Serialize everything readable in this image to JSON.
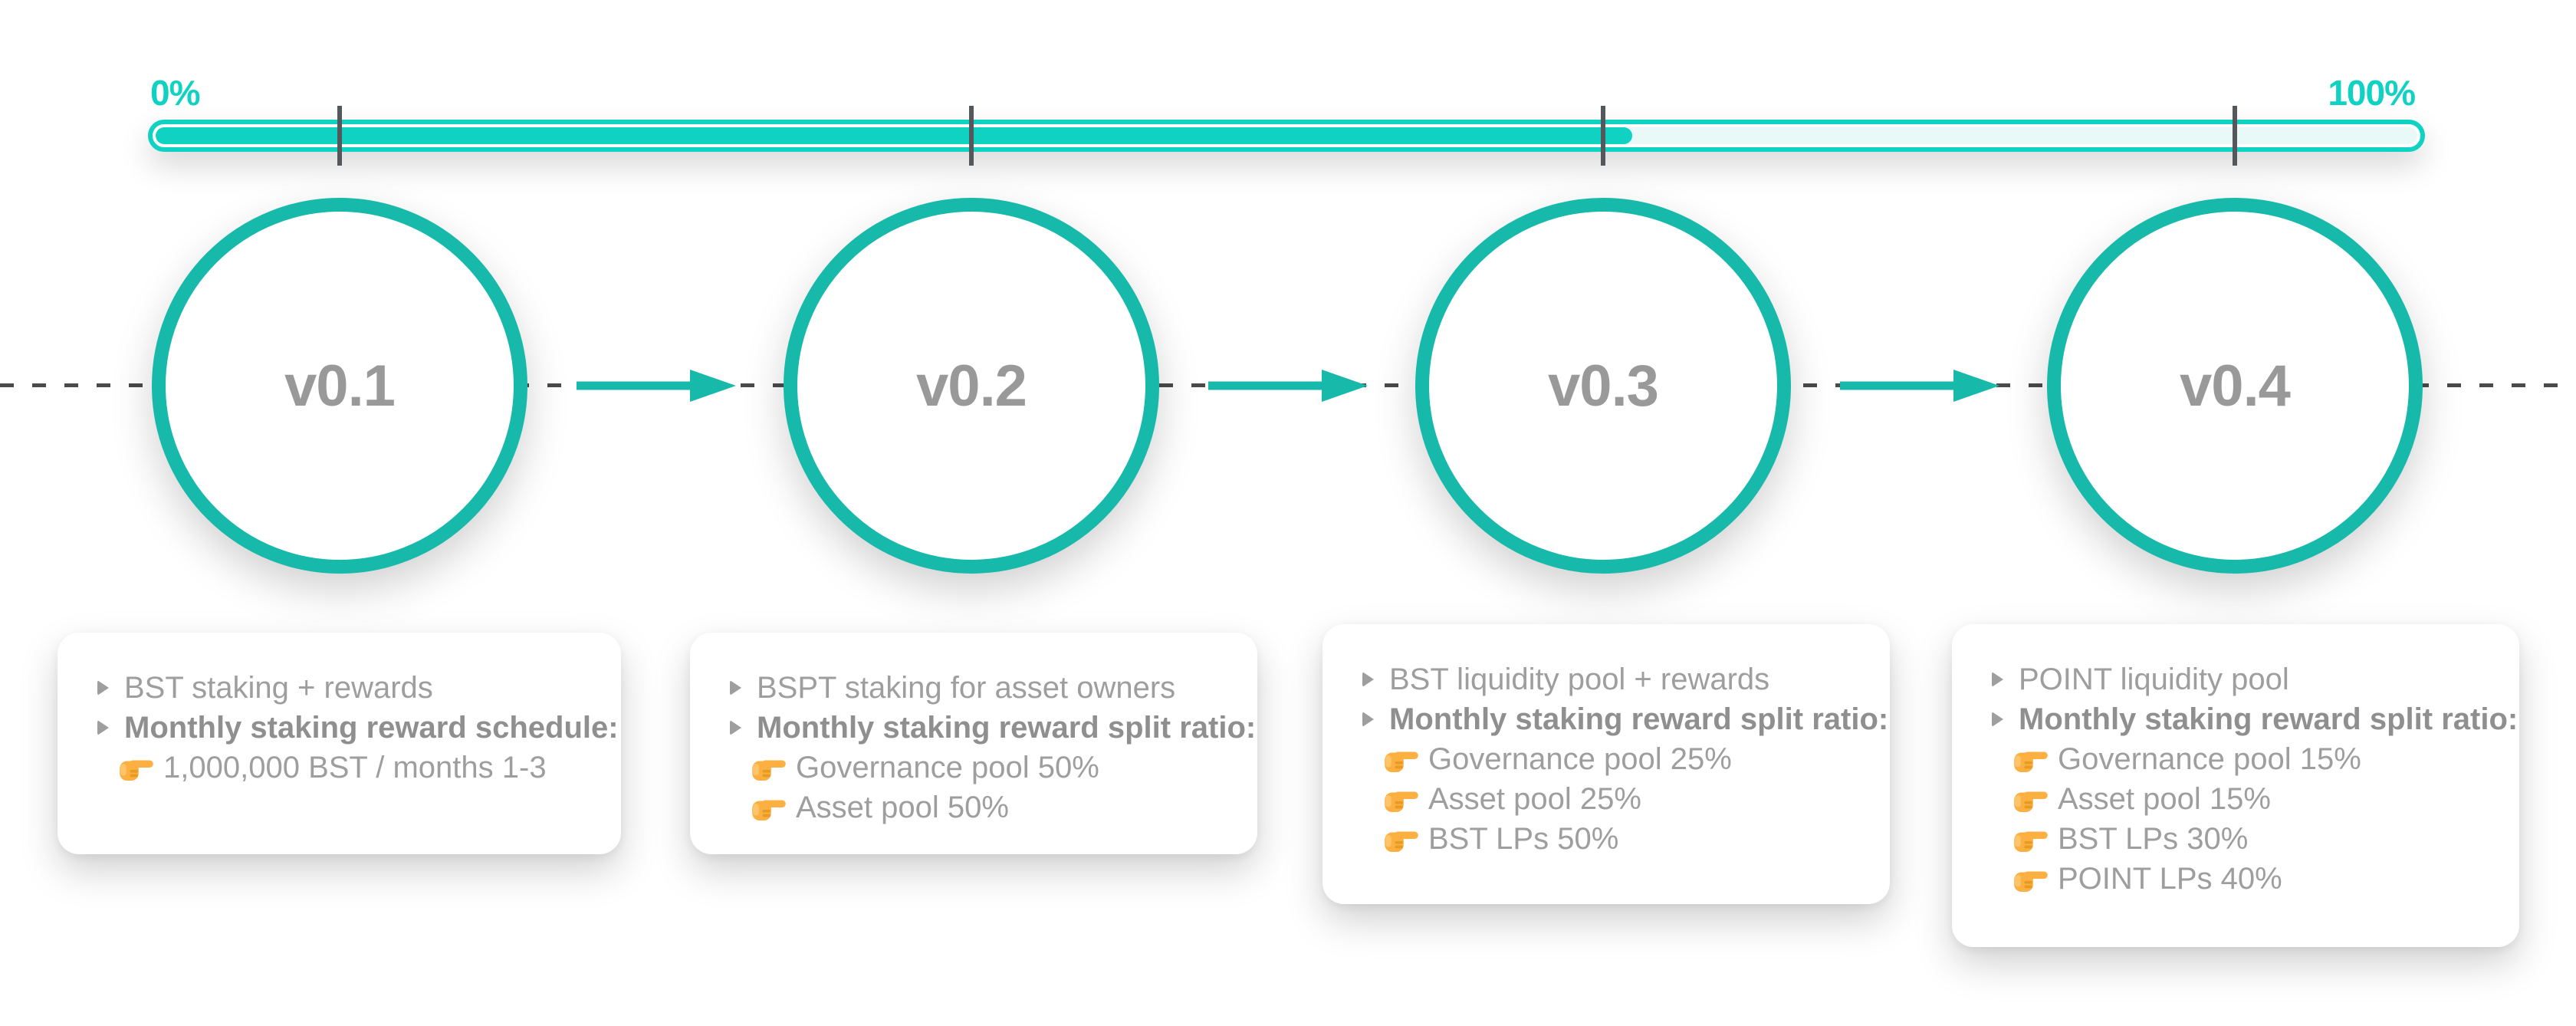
{
  "colors": {
    "teal_bright": "#0fd2c2",
    "teal_deep": "#17b9aa",
    "track_light": "#e8f9f8",
    "tick_gray": "#55585a",
    "dash_gray": "#4a4a4a",
    "text_gray": "#9e9e9e",
    "finger_yellow": "#fcb042"
  },
  "progress": {
    "start_label": "0%",
    "end_label": "100%",
    "percent_complete": 65.3
  },
  "milestones": [
    {
      "version": "v0.1",
      "items": [
        {
          "text": "BST staking + rewards"
        },
        {
          "text": "Monthly staking reward schedule:"
        },
        {
          "text": "1,000,000 BST / months 1-3"
        }
      ]
    },
    {
      "version": "v0.2",
      "items": [
        {
          "text": "BSPT staking for asset owners"
        },
        {
          "text": "Monthly staking reward split ratio:"
        },
        {
          "text": "Governance pool 50%"
        },
        {
          "text": "Asset pool 50%"
        }
      ]
    },
    {
      "version": "v0.3",
      "items": [
        {
          "text": "BST liquidity pool + rewards"
        },
        {
          "text": "Monthly staking reward split ratio:"
        },
        {
          "text": "Governance pool 25%"
        },
        {
          "text": "Asset pool 25%"
        },
        {
          "text": "BST LPs 50%"
        }
      ]
    },
    {
      "version": "v0.4",
      "items": [
        {
          "text": "POINT liquidity pool"
        },
        {
          "text": "Monthly staking reward split ratio:"
        },
        {
          "text": "Governance pool 15%"
        },
        {
          "text": "Asset pool 15%"
        },
        {
          "text": "BST LPs 30%"
        },
        {
          "text": "POINT LPs 40%"
        }
      ]
    }
  ]
}
